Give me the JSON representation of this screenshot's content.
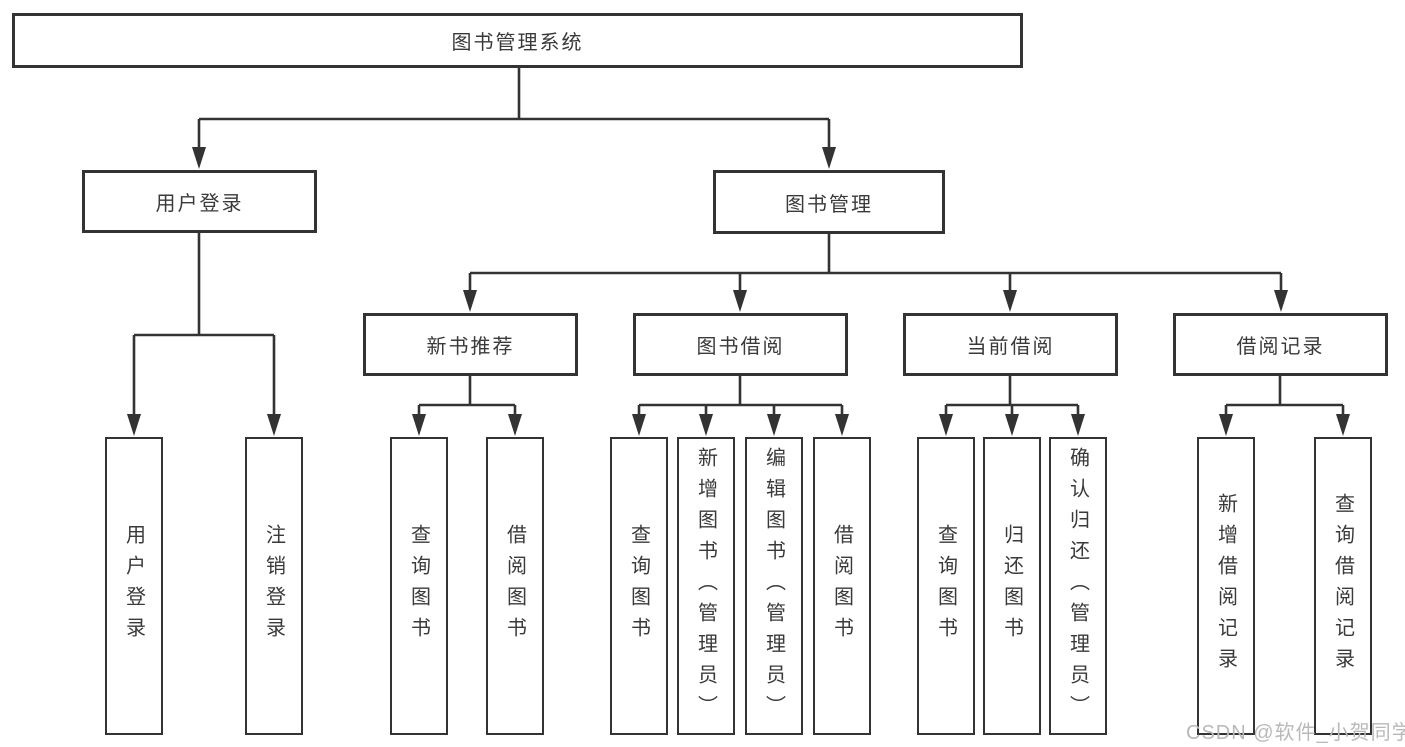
{
  "diagram": {
    "tree": {
      "root": {
        "label": "图书管理系统"
      },
      "children": [
        {
          "label": "用户登录",
          "children": [
            {
              "label": "用户登录"
            },
            {
              "label": "注销登录"
            }
          ]
        },
        {
          "label": "图书管理",
          "children": [
            {
              "label": "新书推荐",
              "children": [
                {
                  "label": "查询图书"
                },
                {
                  "label": "借阅图书"
                }
              ]
            },
            {
              "label": "图书借阅",
              "children": [
                {
                  "label": "查询图书"
                },
                {
                  "label": "新增图书（管理员）"
                },
                {
                  "label": "编辑图书（管理员）"
                },
                {
                  "label": "借阅图书"
                }
              ]
            },
            {
              "label": "当前借阅",
              "children": [
                {
                  "label": "查询图书"
                },
                {
                  "label": "归还图书"
                },
                {
                  "label": "确认归还（管理员）"
                }
              ]
            },
            {
              "label": "借阅记录",
              "children": [
                {
                  "label": "新增借阅记录"
                },
                {
                  "label": "查询借阅记录"
                }
              ]
            }
          ]
        }
      ]
    },
    "colors": {
      "line": "#333333",
      "text": "#3a3a3a",
      "background": "#ffffff",
      "watermark": "#b9b9b9"
    }
  },
  "watermark": {
    "text": "CSDN @软件_小贺同学"
  }
}
